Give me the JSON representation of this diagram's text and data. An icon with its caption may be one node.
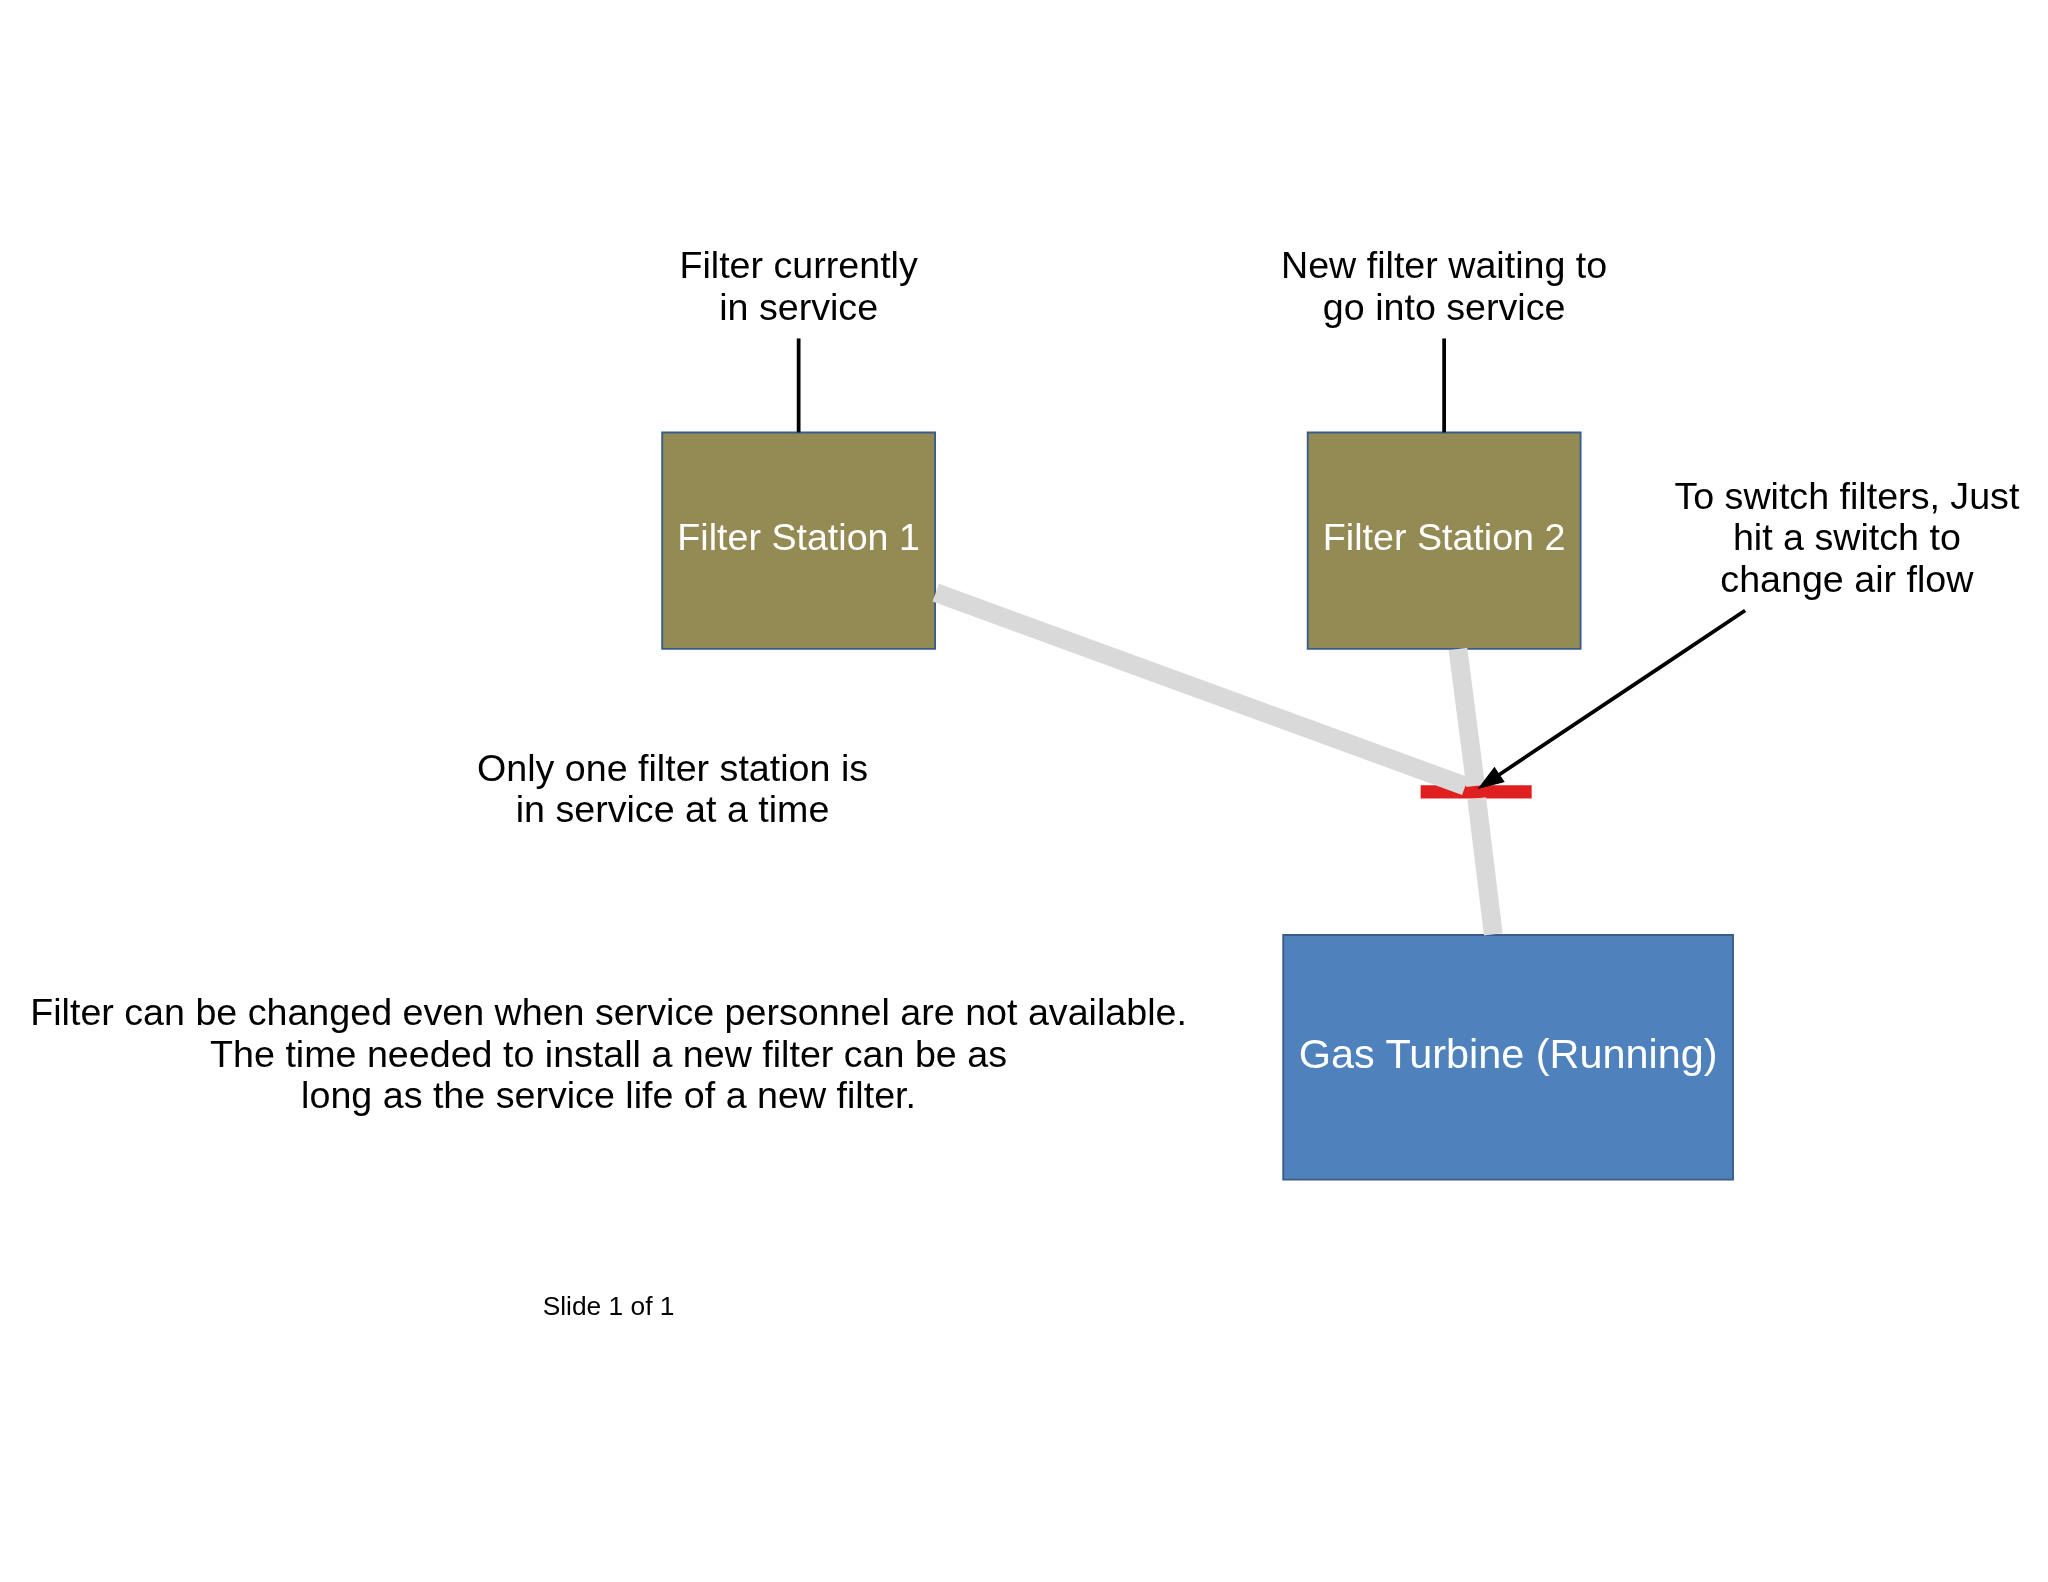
{
  "diagram": {
    "nodes": [
      {
        "text": [
          "Gas Turbine (Running)"
        ]
      },
      {
        "text": [
          "Filter Station 1"
        ]
      },
      {
        "text": [
          "Filter Station 2"
        ]
      },
      {
        "text": [
          "To switch filters, Just hit a switch to change air flow"
        ]
      },
      {
        "text": [],
        "shape": "bar"
      },
      {
        "text": [
          "Filter currently in service"
        ]
      },
      {
        "text": [
          "New filter waiting to go into service"
        ]
      }
    ],
    "edges": [
      {
        "from": 1,
        "to": 4,
        "arrow": "none",
        "style": "thick",
        "color": "#d9d9d9"
      },
      {
        "from": 2,
        "to": 4,
        "arrow": "none",
        "style": "thick",
        "color": "#d9d9d9"
      },
      {
        "from": 4,
        "to": 0,
        "arrow": "none",
        "style": "thick",
        "color": "#d9d9d9"
      },
      {
        "from": 3,
        "to": 4,
        "arrow": "to",
        "color": "#000000"
      },
      {
        "from": 5,
        "to": 1,
        "arrow": "none",
        "color": "#000000"
      },
      {
        "from": 6,
        "to": 2,
        "arrow": "none",
        "color": "#000000"
      }
    ],
    "labels": [
      "Only one filter station is in service at a time",
      "Filter can be changed even when service personnel are not available. The time needed to install a new filter can be as long as the service life of a new filter.",
      "Slide 1 of 1"
    ]
  }
}
